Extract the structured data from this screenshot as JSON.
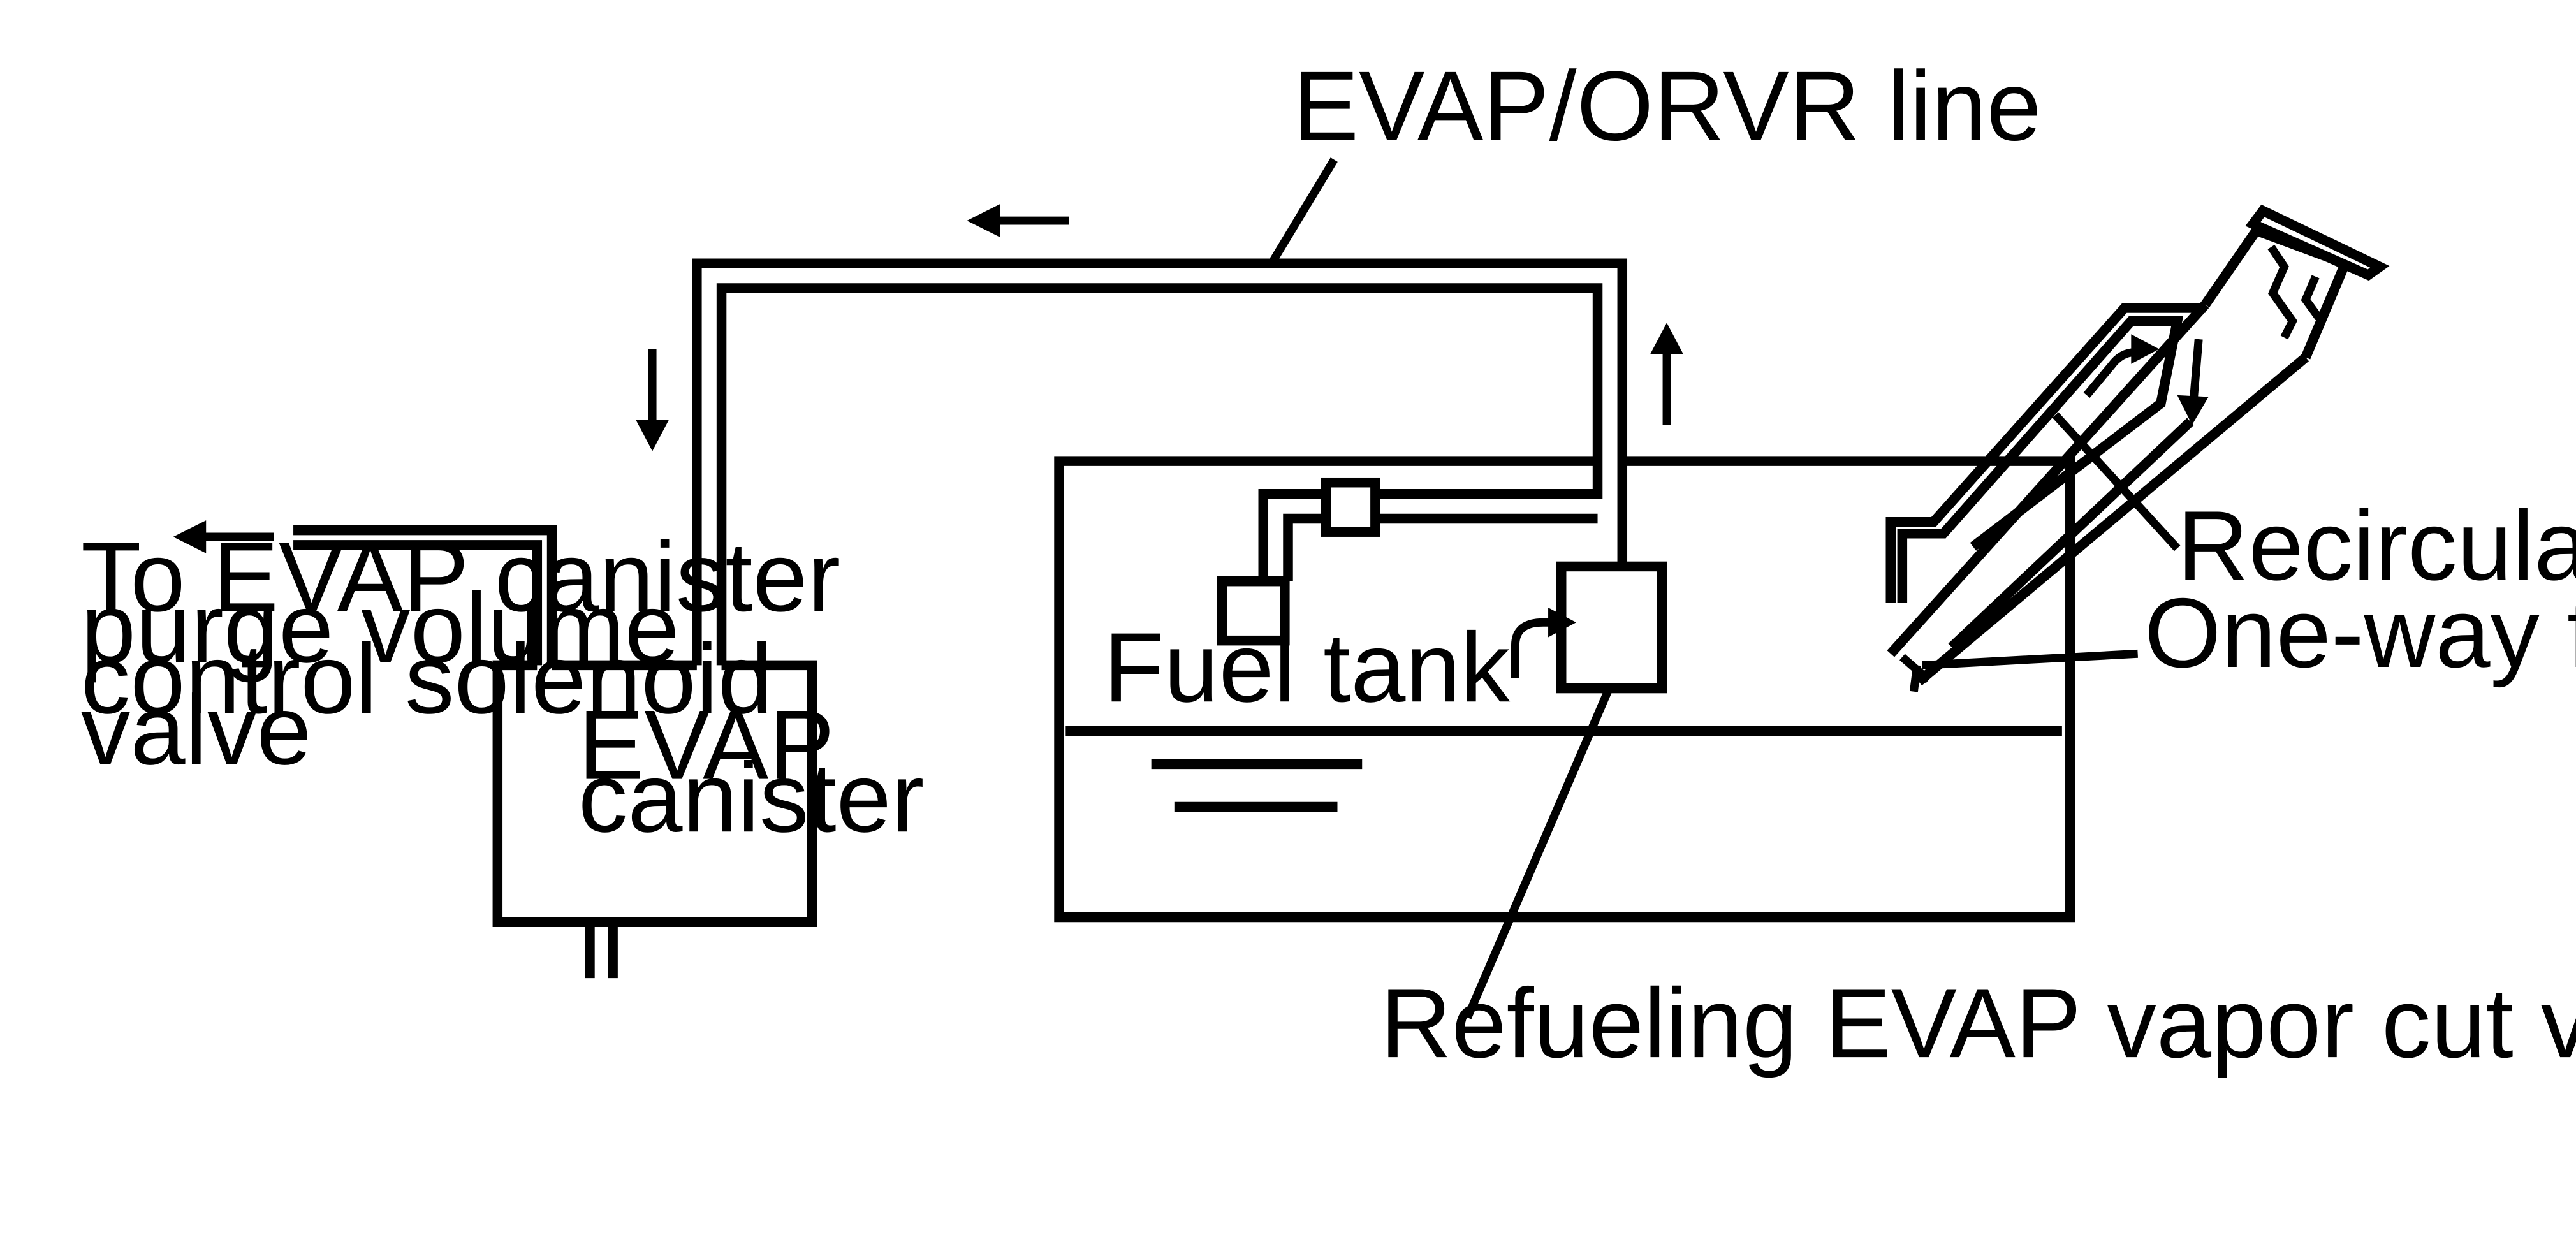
{
  "labels": {
    "evap_orvr_line": "EVAP/ORVR line",
    "to_evap_purge": [
      "To EVAP canister",
      "purge volume",
      "control solenoid",
      "valve"
    ],
    "evap_canister": [
      "EVAP",
      "canister"
    ],
    "fuel_tank": "Fuel tank",
    "recirculation_line": "Recirculation line",
    "one_way_fuel_valve": "One-way fuel valve",
    "refueling_evap_vapor_cut_valve": "Refueling EVAP vapor cut valve"
  },
  "colors": {
    "line": "#000000",
    "background": "#ffffff"
  }
}
